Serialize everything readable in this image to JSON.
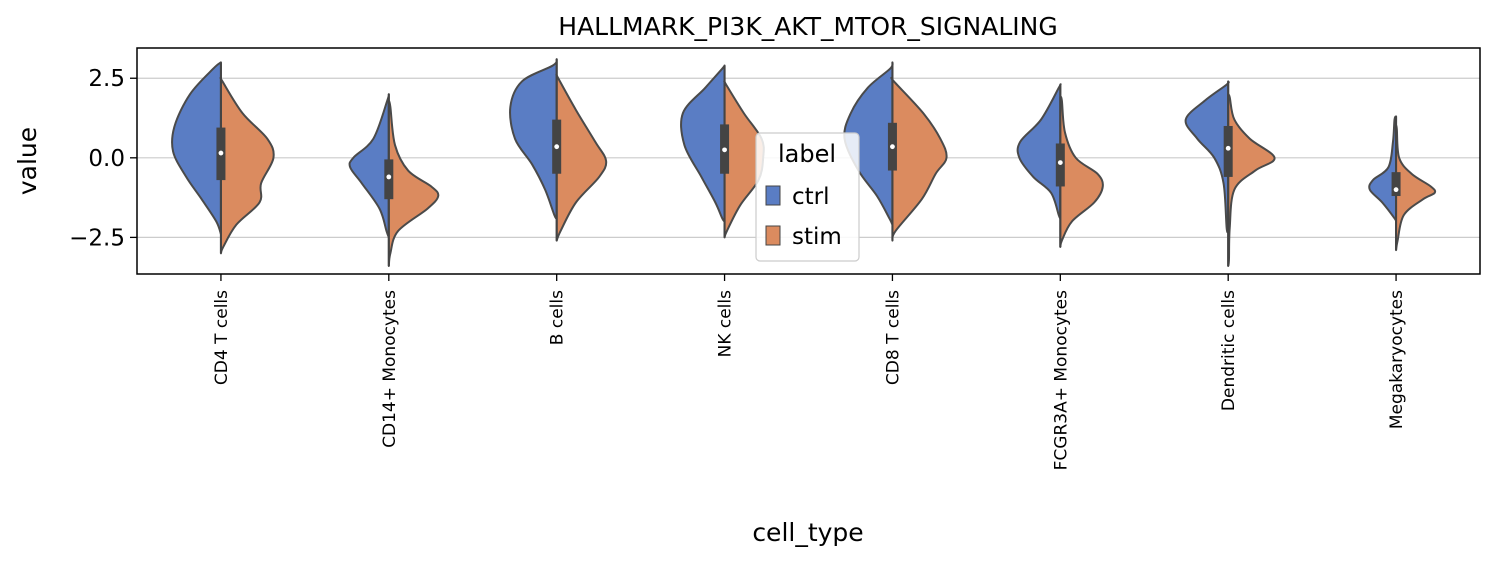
{
  "chart_data": {
    "type": "violin",
    "title": "HALLMARK_PI3K_AKT_MTOR_SIGNALING",
    "xlabel": "cell_type",
    "ylabel": "value",
    "ylim": [
      -3.65,
      3.45
    ],
    "yticks": [
      2.5,
      0.0,
      -2.5
    ],
    "ytick_labels": [
      "2.5",
      "0.0",
      "−2.5"
    ],
    "grid": "horizontal",
    "split": true,
    "categories": [
      "CD4 T cells",
      "CD14+ Monocytes",
      "B cells",
      "NK cells",
      "CD8 T cells",
      "FCGR3A+ Monocytes",
      "Dendritic cells",
      "Megakaryocytes"
    ],
    "legend": {
      "title": "label",
      "placement": "center",
      "entries": [
        {
          "label": "ctrl",
          "color": "#5a7dc4"
        },
        {
          "label": "stim",
          "color": "#db8b5f"
        }
      ]
    },
    "series": [
      {
        "name": "ctrl",
        "color": "#5a7dc4",
        "min": [
          -2.4,
          -2.5,
          -1.9,
          -2.0,
          -2.1,
          -1.9,
          -2.3,
          -2.0
        ],
        "max": [
          3.0,
          2.0,
          3.1,
          2.9,
          3.0,
          2.3,
          2.4,
          1.3
        ],
        "profile": [
          [
            [
              2.8,
              0.1
            ],
            [
              2.0,
              0.4
            ],
            [
              1.0,
              0.6
            ],
            [
              0.2,
              0.62
            ],
            [
              -0.6,
              0.45
            ],
            [
              -1.3,
              0.25
            ],
            [
              -2.0,
              0.06
            ]
          ],
          [
            [
              1.8,
              0.02
            ],
            [
              0.6,
              0.2
            ],
            [
              0.0,
              0.46
            ],
            [
              -0.3,
              0.5
            ],
            [
              -0.8,
              0.35
            ],
            [
              -1.6,
              0.12
            ],
            [
              -2.3,
              0.03
            ]
          ],
          [
            [
              2.9,
              0.05
            ],
            [
              2.4,
              0.45
            ],
            [
              1.6,
              0.6
            ],
            [
              0.6,
              0.54
            ],
            [
              -0.2,
              0.32
            ],
            [
              -1.0,
              0.15
            ],
            [
              -1.8,
              0.03
            ]
          ],
          [
            [
              2.8,
              0.03
            ],
            [
              2.2,
              0.25
            ],
            [
              1.4,
              0.54
            ],
            [
              0.4,
              0.52
            ],
            [
              -0.6,
              0.3
            ],
            [
              -1.4,
              0.12
            ],
            [
              -1.9,
              0.03
            ]
          ],
          [
            [
              2.8,
              0.03
            ],
            [
              2.2,
              0.32
            ],
            [
              1.4,
              0.54
            ],
            [
              0.6,
              0.62
            ],
            [
              -0.4,
              0.44
            ],
            [
              -1.2,
              0.2
            ],
            [
              -1.9,
              0.04
            ]
          ],
          [
            [
              2.2,
              0.02
            ],
            [
              1.2,
              0.25
            ],
            [
              0.5,
              0.52
            ],
            [
              0.0,
              0.53
            ],
            [
              -0.6,
              0.35
            ],
            [
              -1.1,
              0.12
            ],
            [
              -1.8,
              0.02
            ]
          ],
          [
            [
              2.3,
              0.02
            ],
            [
              1.8,
              0.3
            ],
            [
              1.2,
              0.55
            ],
            [
              0.6,
              0.4
            ],
            [
              0.0,
              0.18
            ],
            [
              -0.8,
              0.06
            ],
            [
              -2.2,
              0.02
            ]
          ],
          [
            [
              1.2,
              0.02
            ],
            [
              0.5,
              0.04
            ],
            [
              -0.3,
              0.1
            ],
            [
              -0.7,
              0.3
            ],
            [
              -1.0,
              0.34
            ],
            [
              -1.4,
              0.18
            ],
            [
              -1.9,
              0.02
            ]
          ]
        ]
      },
      {
        "name": "stim",
        "color": "#db8b5f",
        "min": [
          -3.0,
          -3.4,
          -2.6,
          -2.5,
          -2.6,
          -2.8,
          -3.4,
          -2.9
        ],
        "max": [
          2.5,
          1.8,
          2.6,
          2.4,
          2.5,
          1.9,
          2.0,
          1.0
        ],
        "profile": [
          [
            [
              2.4,
              0.02
            ],
            [
              1.4,
              0.28
            ],
            [
              0.6,
              0.6
            ],
            [
              0.0,
              0.68
            ],
            [
              -0.8,
              0.52
            ],
            [
              -1.4,
              0.5
            ],
            [
              -2.1,
              0.2
            ],
            [
              -2.8,
              0.03
            ]
          ],
          [
            [
              1.6,
              0.02
            ],
            [
              0.4,
              0.08
            ],
            [
              -0.4,
              0.25
            ],
            [
              -0.9,
              0.55
            ],
            [
              -1.2,
              0.64
            ],
            [
              -1.6,
              0.5
            ],
            [
              -2.3,
              0.12
            ],
            [
              -3.0,
              0.02
            ]
          ],
          [
            [
              2.5,
              0.02
            ],
            [
              1.5,
              0.25
            ],
            [
              0.5,
              0.5
            ],
            [
              -0.1,
              0.64
            ],
            [
              -0.6,
              0.55
            ],
            [
              -1.4,
              0.25
            ],
            [
              -2.3,
              0.05
            ]
          ],
          [
            [
              2.3,
              0.02
            ],
            [
              1.4,
              0.25
            ],
            [
              0.6,
              0.48
            ],
            [
              0.0,
              0.5
            ],
            [
              -0.7,
              0.44
            ],
            [
              -1.5,
              0.2
            ],
            [
              -2.3,
              0.03
            ]
          ],
          [
            [
              2.4,
              0.02
            ],
            [
              1.4,
              0.4
            ],
            [
              0.6,
              0.62
            ],
            [
              0.0,
              0.7
            ],
            [
              -0.5,
              0.56
            ],
            [
              -1.3,
              0.38
            ],
            [
              -2.3,
              0.04
            ]
          ],
          [
            [
              1.8,
              0.02
            ],
            [
              0.8,
              0.06
            ],
            [
              0.0,
              0.2
            ],
            [
              -0.5,
              0.48
            ],
            [
              -0.9,
              0.55
            ],
            [
              -1.4,
              0.44
            ],
            [
              -2.0,
              0.15
            ],
            [
              -2.6,
              0.02
            ]
          ],
          [
            [
              1.9,
              0.02
            ],
            [
              1.2,
              0.08
            ],
            [
              0.6,
              0.28
            ],
            [
              0.0,
              0.6
            ],
            [
              -0.4,
              0.35
            ],
            [
              -1.0,
              0.08
            ],
            [
              -2.2,
              0.02
            ],
            [
              -3.2,
              0.01
            ]
          ],
          [
            [
              0.9,
              0.01
            ],
            [
              0.0,
              0.04
            ],
            [
              -0.5,
              0.2
            ],
            [
              -0.9,
              0.45
            ],
            [
              -1.1,
              0.5
            ],
            [
              -1.3,
              0.35
            ],
            [
              -1.8,
              0.1
            ],
            [
              -2.6,
              0.02
            ]
          ]
        ]
      }
    ],
    "box": {
      "q1": [
        -0.7,
        -1.3,
        -0.5,
        -0.5,
        -0.4,
        -0.9,
        -0.6,
        -1.2
      ],
      "median": [
        0.15,
        -0.6,
        0.35,
        0.25,
        0.35,
        -0.15,
        0.3,
        -1.0
      ],
      "q3": [
        0.95,
        -0.05,
        1.2,
        1.05,
        1.1,
        0.45,
        1.0,
        -0.45
      ]
    }
  }
}
